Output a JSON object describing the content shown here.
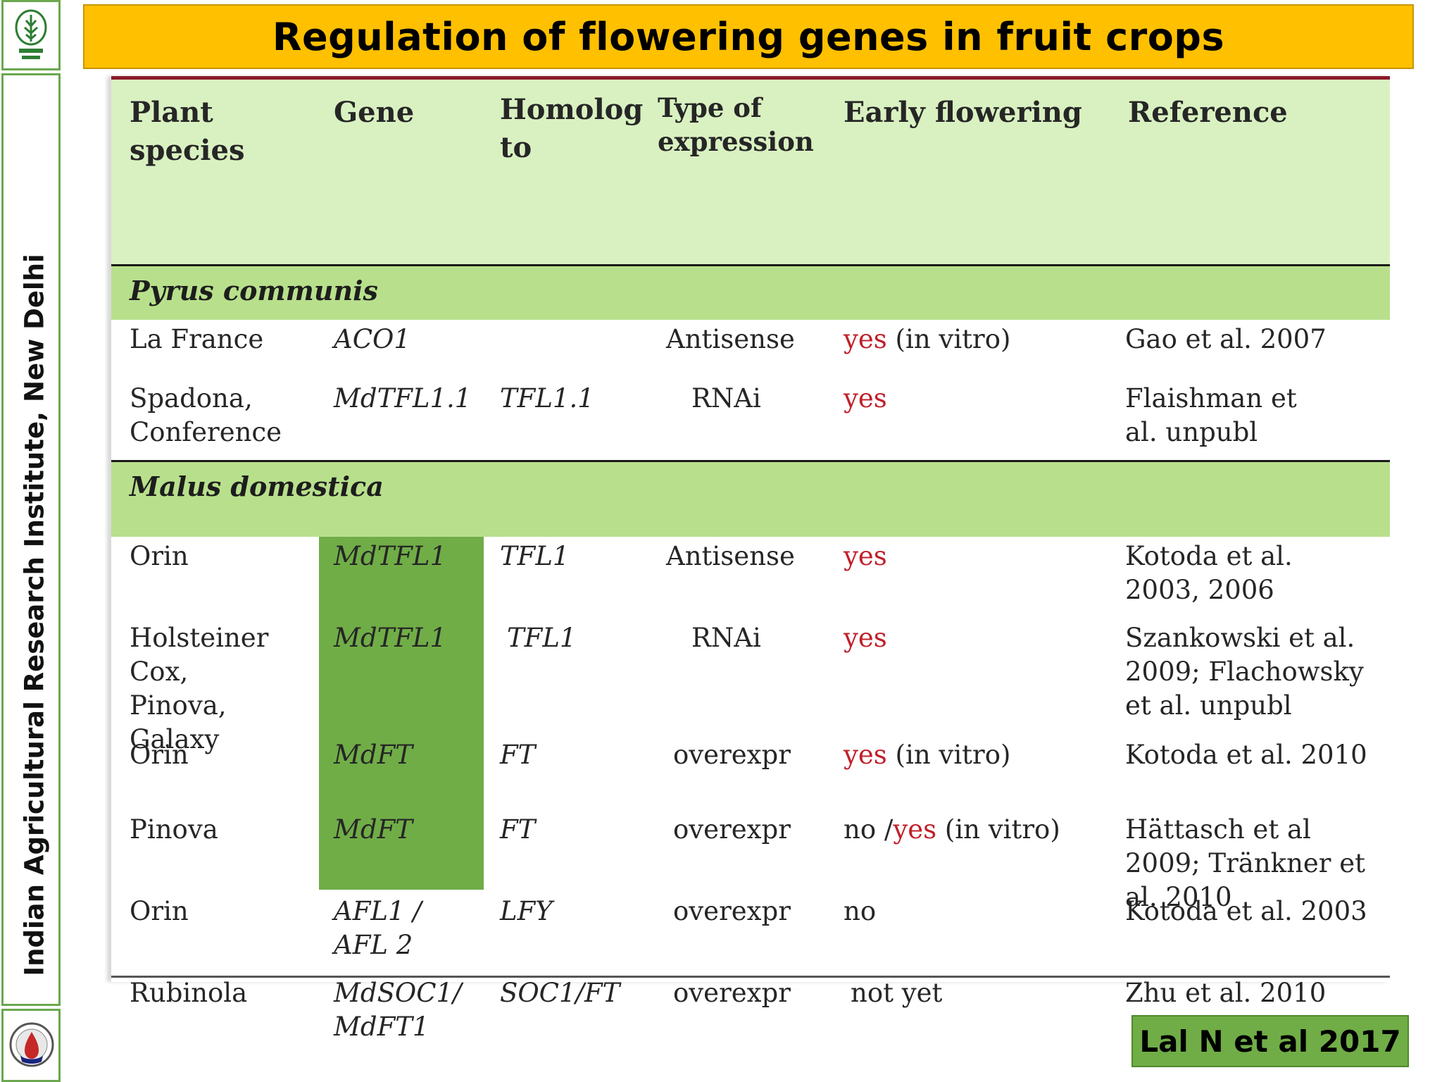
{
  "sidebar": {
    "institute": "Indian Agricultural Research Institute, New Delhi"
  },
  "title": "Regulation of flowering genes in fruit crops",
  "table": {
    "headers": [
      "Plant species",
      "Gene",
      "Homolog to",
      "Type of expression",
      "Early flowering",
      "Reference"
    ],
    "sections": [
      {
        "name": "Pyrus communis",
        "rows": [
          {
            "plant": "La France",
            "gene": "ACO1",
            "homolog": "",
            "type": "Antisense",
            "early": "yes",
            "early_extra": " (in vitro)",
            "reference": "Gao et al. 2007"
          },
          {
            "plant": "Spadona, Conference",
            "gene": "MdTFL1.1",
            "homolog": "TFL1.1",
            "type": "RNAi",
            "early": "yes",
            "early_extra": "",
            "reference": "Flaishman et al. unpubl"
          }
        ]
      },
      {
        "name": "Malus domestica",
        "rows": [
          {
            "plant": "Orin",
            "gene": "MdTFL1",
            "homolog": "TFL1",
            "type": "Antisense",
            "early": "yes",
            "early_extra": "",
            "reference": "Kotoda et al. 2003, 2006"
          },
          {
            "plant": "Holsteiner Cox, Pinova, Galaxy",
            "gene": "MdTFL1",
            "homolog": "TFL1",
            "type": "RNAi",
            "early": "yes",
            "early_extra": "",
            "reference": "Szankowski et al. 2009; Flachowsky et al. unpubl"
          },
          {
            "plant": "Orin",
            "gene": "MdFT",
            "homolog": "FT",
            "type": "overexpr",
            "early": "yes",
            "early_extra": " (in vitro)",
            "reference": "Kotoda et al. 2010"
          },
          {
            "plant": "Pinova",
            "gene": "MdFT",
            "homolog": "FT",
            "type": "overexpr",
            "early_prefix": "no /",
            "early": "yes",
            "early_extra": " (in vitro)",
            "reference": "Hättasch et al 2009; Tränkner et al. 2010"
          },
          {
            "plant": "Orin",
            "gene": "AFL1 / AFL 2",
            "homolog": "LFY",
            "type": "overexpr",
            "early_plain": "no",
            "reference": "Kotoda et al. 2003"
          },
          {
            "plant": "Rubinola",
            "gene": "MdSOC1/ MdFT1",
            "homolog": "SOC1/FT",
            "type": "overexpr",
            "early_plain": "not yet",
            "reference": "Zhu et al. 2010"
          }
        ]
      }
    ]
  },
  "citation": "Lal N et al 2017",
  "colors": {
    "title_bg": "#ffc000",
    "header_bg": "#d9f1c1",
    "section_bg": "#b8e08c",
    "highlight": "#70ad47",
    "accent_red": "#c0202a"
  }
}
